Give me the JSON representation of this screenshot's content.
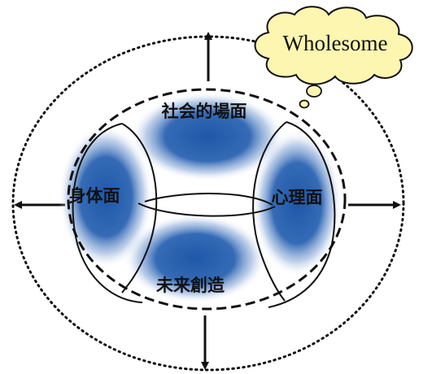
{
  "cloud": {
    "label": "Wholesome",
    "fill": "#fdf6b0"
  },
  "segments": {
    "social": "社会的場面",
    "body": "身体面",
    "mind": "心理面",
    "future": "未来創造"
  },
  "colors": {
    "blob": "#1f58a8",
    "stroke": "#111111",
    "background": "#ffffff"
  },
  "arrows": [
    "up",
    "down",
    "left",
    "right"
  ]
}
